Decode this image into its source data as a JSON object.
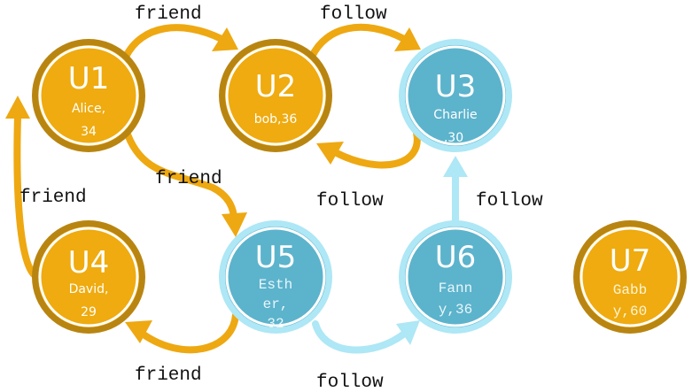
{
  "colors": {
    "orange_fill": "#efab0f",
    "orange_ring": "#b98511",
    "orange_edge": "#eea811",
    "blue_fill": "#5cb3cc",
    "blue_ring": "#aee7f5",
    "blue_edge": "#aee7f5"
  },
  "nodes": [
    {
      "id": "U1",
      "lines": [
        "Alice,",
        "34"
      ]
    },
    {
      "id": "U2",
      "lines": [
        "bob,36"
      ]
    },
    {
      "id": "U3",
      "lines": [
        "Charlie",
        ",30"
      ]
    },
    {
      "id": "U4",
      "lines": [
        "David,",
        "29"
      ]
    },
    {
      "id": "U5",
      "lines": [
        "Esth",
        "er,",
        "32"
      ]
    },
    {
      "id": "U6",
      "lines": [
        "Fann",
        "y,36"
      ]
    },
    {
      "id": "U7",
      "lines": [
        "Gabb",
        "y,60"
      ]
    }
  ],
  "edges": [
    {
      "from": "U1",
      "to": "U2",
      "label": "friend"
    },
    {
      "from": "U2",
      "to": "U3",
      "label": "follow"
    },
    {
      "from": "U3",
      "to": "U2",
      "label": "follow"
    },
    {
      "from": "U1",
      "to": "U5",
      "label": "friend"
    },
    {
      "from": "U4",
      "to": "U1",
      "label": "friend"
    },
    {
      "from": "U5",
      "to": "U4",
      "label": "friend"
    },
    {
      "from": "U5",
      "to": "U6",
      "label": "follow"
    },
    {
      "from": "U6",
      "to": "U3",
      "label": "follow"
    }
  ]
}
